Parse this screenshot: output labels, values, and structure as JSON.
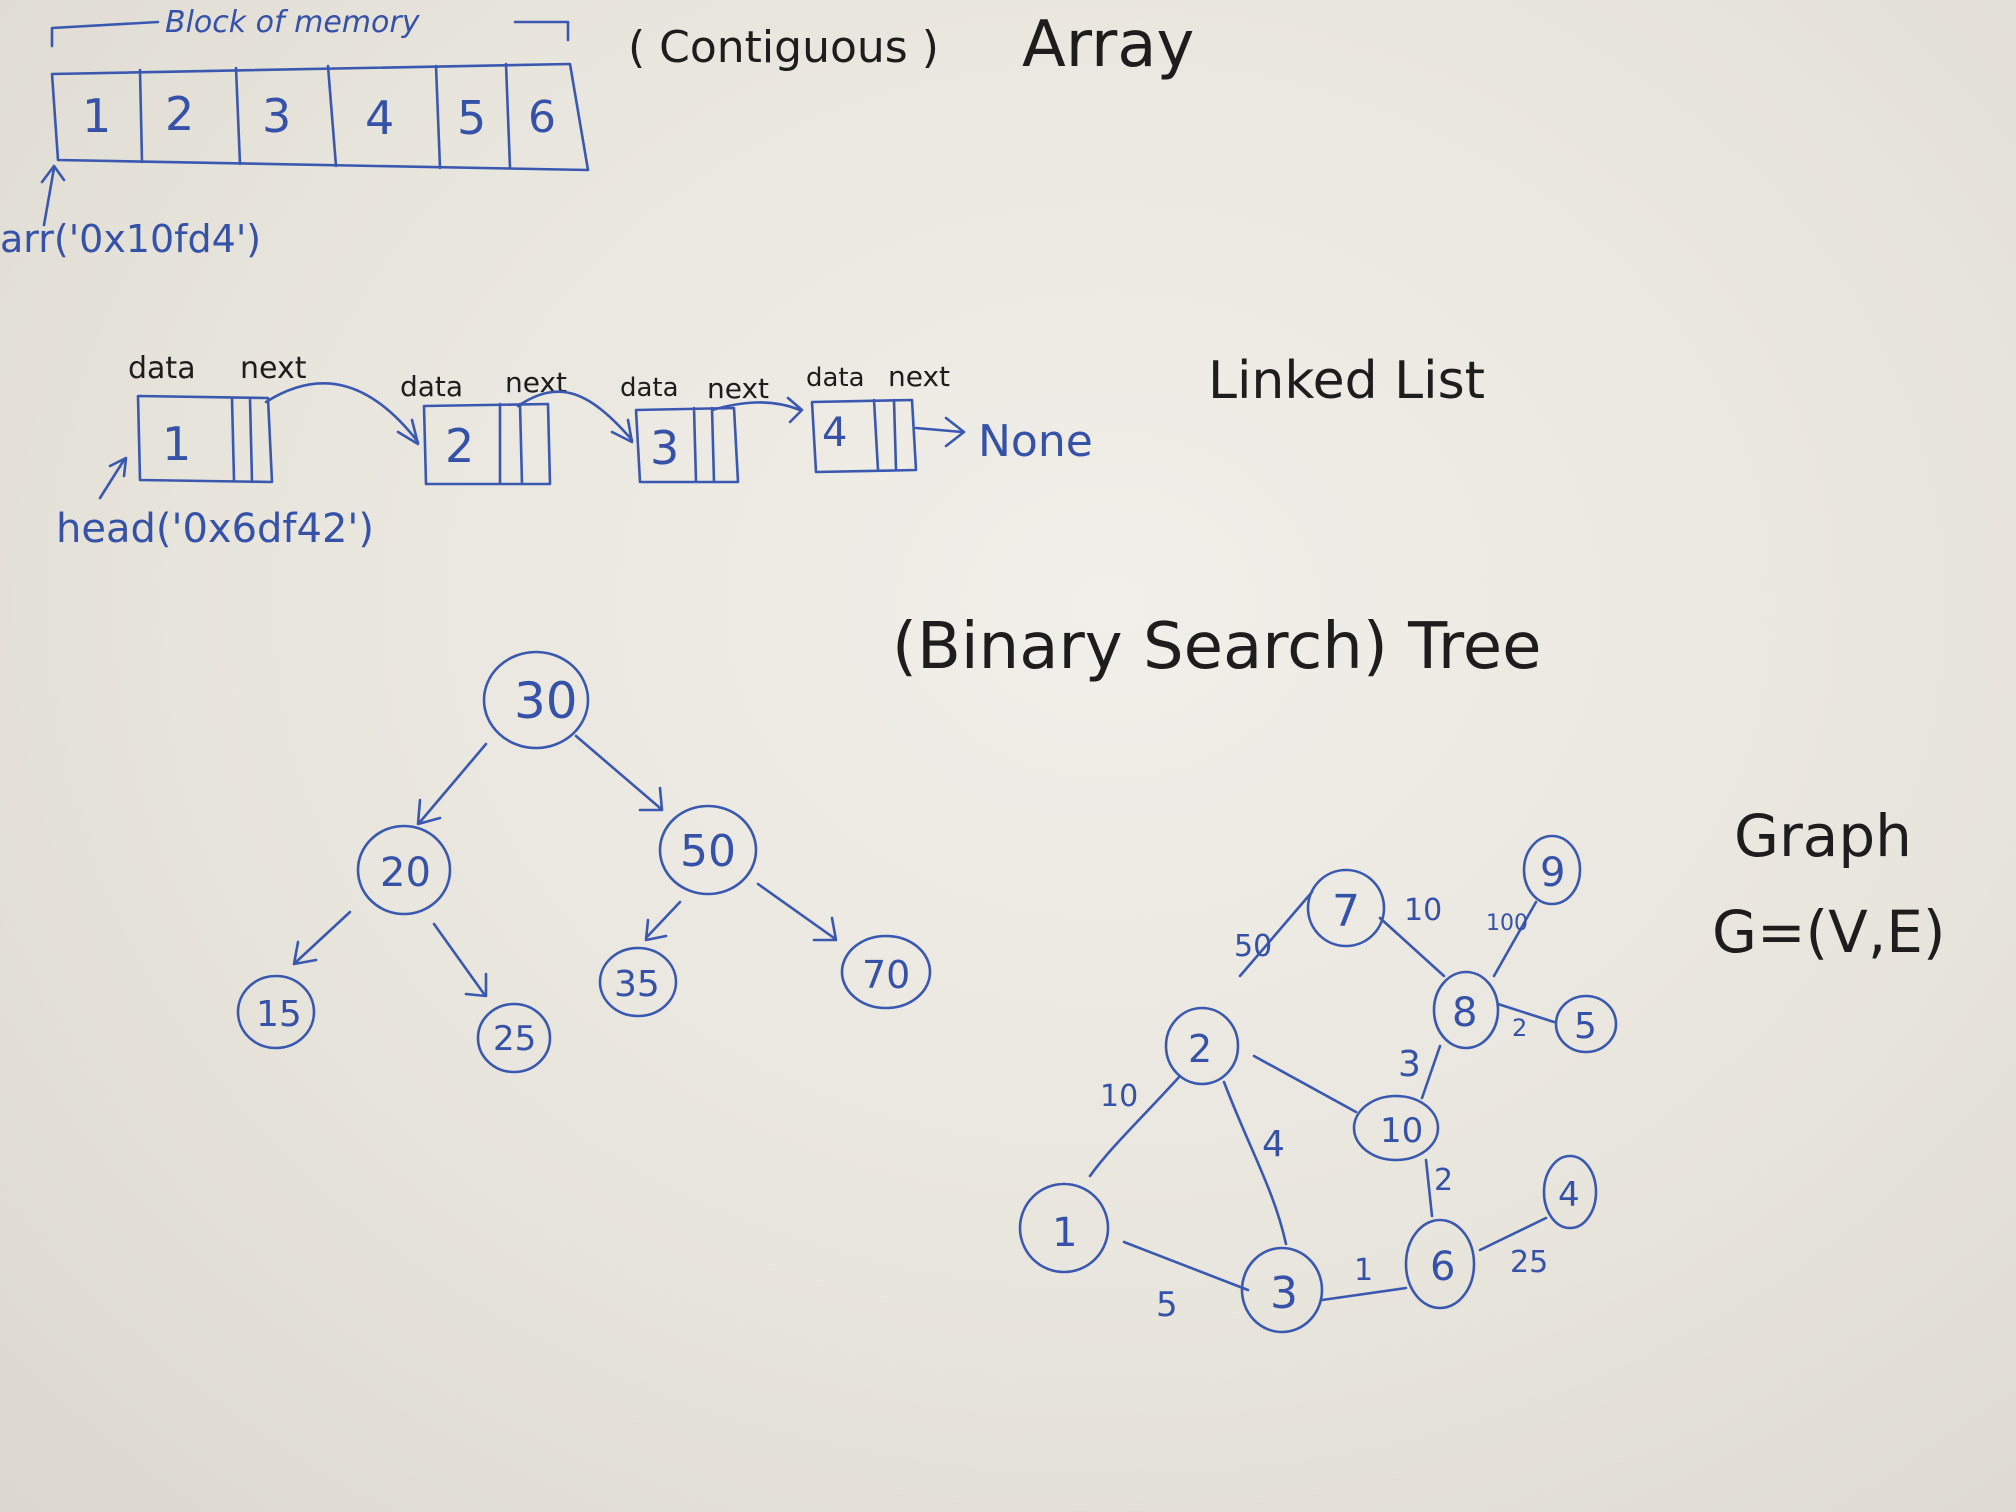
{
  "colors": {
    "marker_blue": "#3a58b0",
    "marker_black": "#1d1d1d",
    "board": "#ebe8e1"
  },
  "array": {
    "title": "Array",
    "qualifier": "( Contiguous )",
    "block_label": "Block of memory",
    "cells": [
      "1",
      "2",
      "3",
      "4",
      "5",
      "6"
    ],
    "pointer_label": "arr('0x10fd4')"
  },
  "linked_list": {
    "title": "Linked List",
    "field_data": "data",
    "field_next": "next",
    "nodes": [
      "1",
      "2",
      "3",
      "4"
    ],
    "terminal": "None",
    "head_label": "head('0x6df42')"
  },
  "tree": {
    "title": "(Binary Search) Tree",
    "nodes": [
      "30",
      "20",
      "50",
      "15",
      "25",
      "35",
      "70"
    ]
  },
  "graph": {
    "title": "Graph",
    "definition": "G=(V,E)",
    "nodes": [
      "7",
      "9",
      "2",
      "8",
      "5",
      "10",
      "1",
      "3",
      "6",
      "4"
    ],
    "edge_weights": [
      "50",
      "10",
      "100",
      "2",
      "3",
      "10",
      "4",
      "2",
      "5",
      "1",
      "25"
    ]
  }
}
